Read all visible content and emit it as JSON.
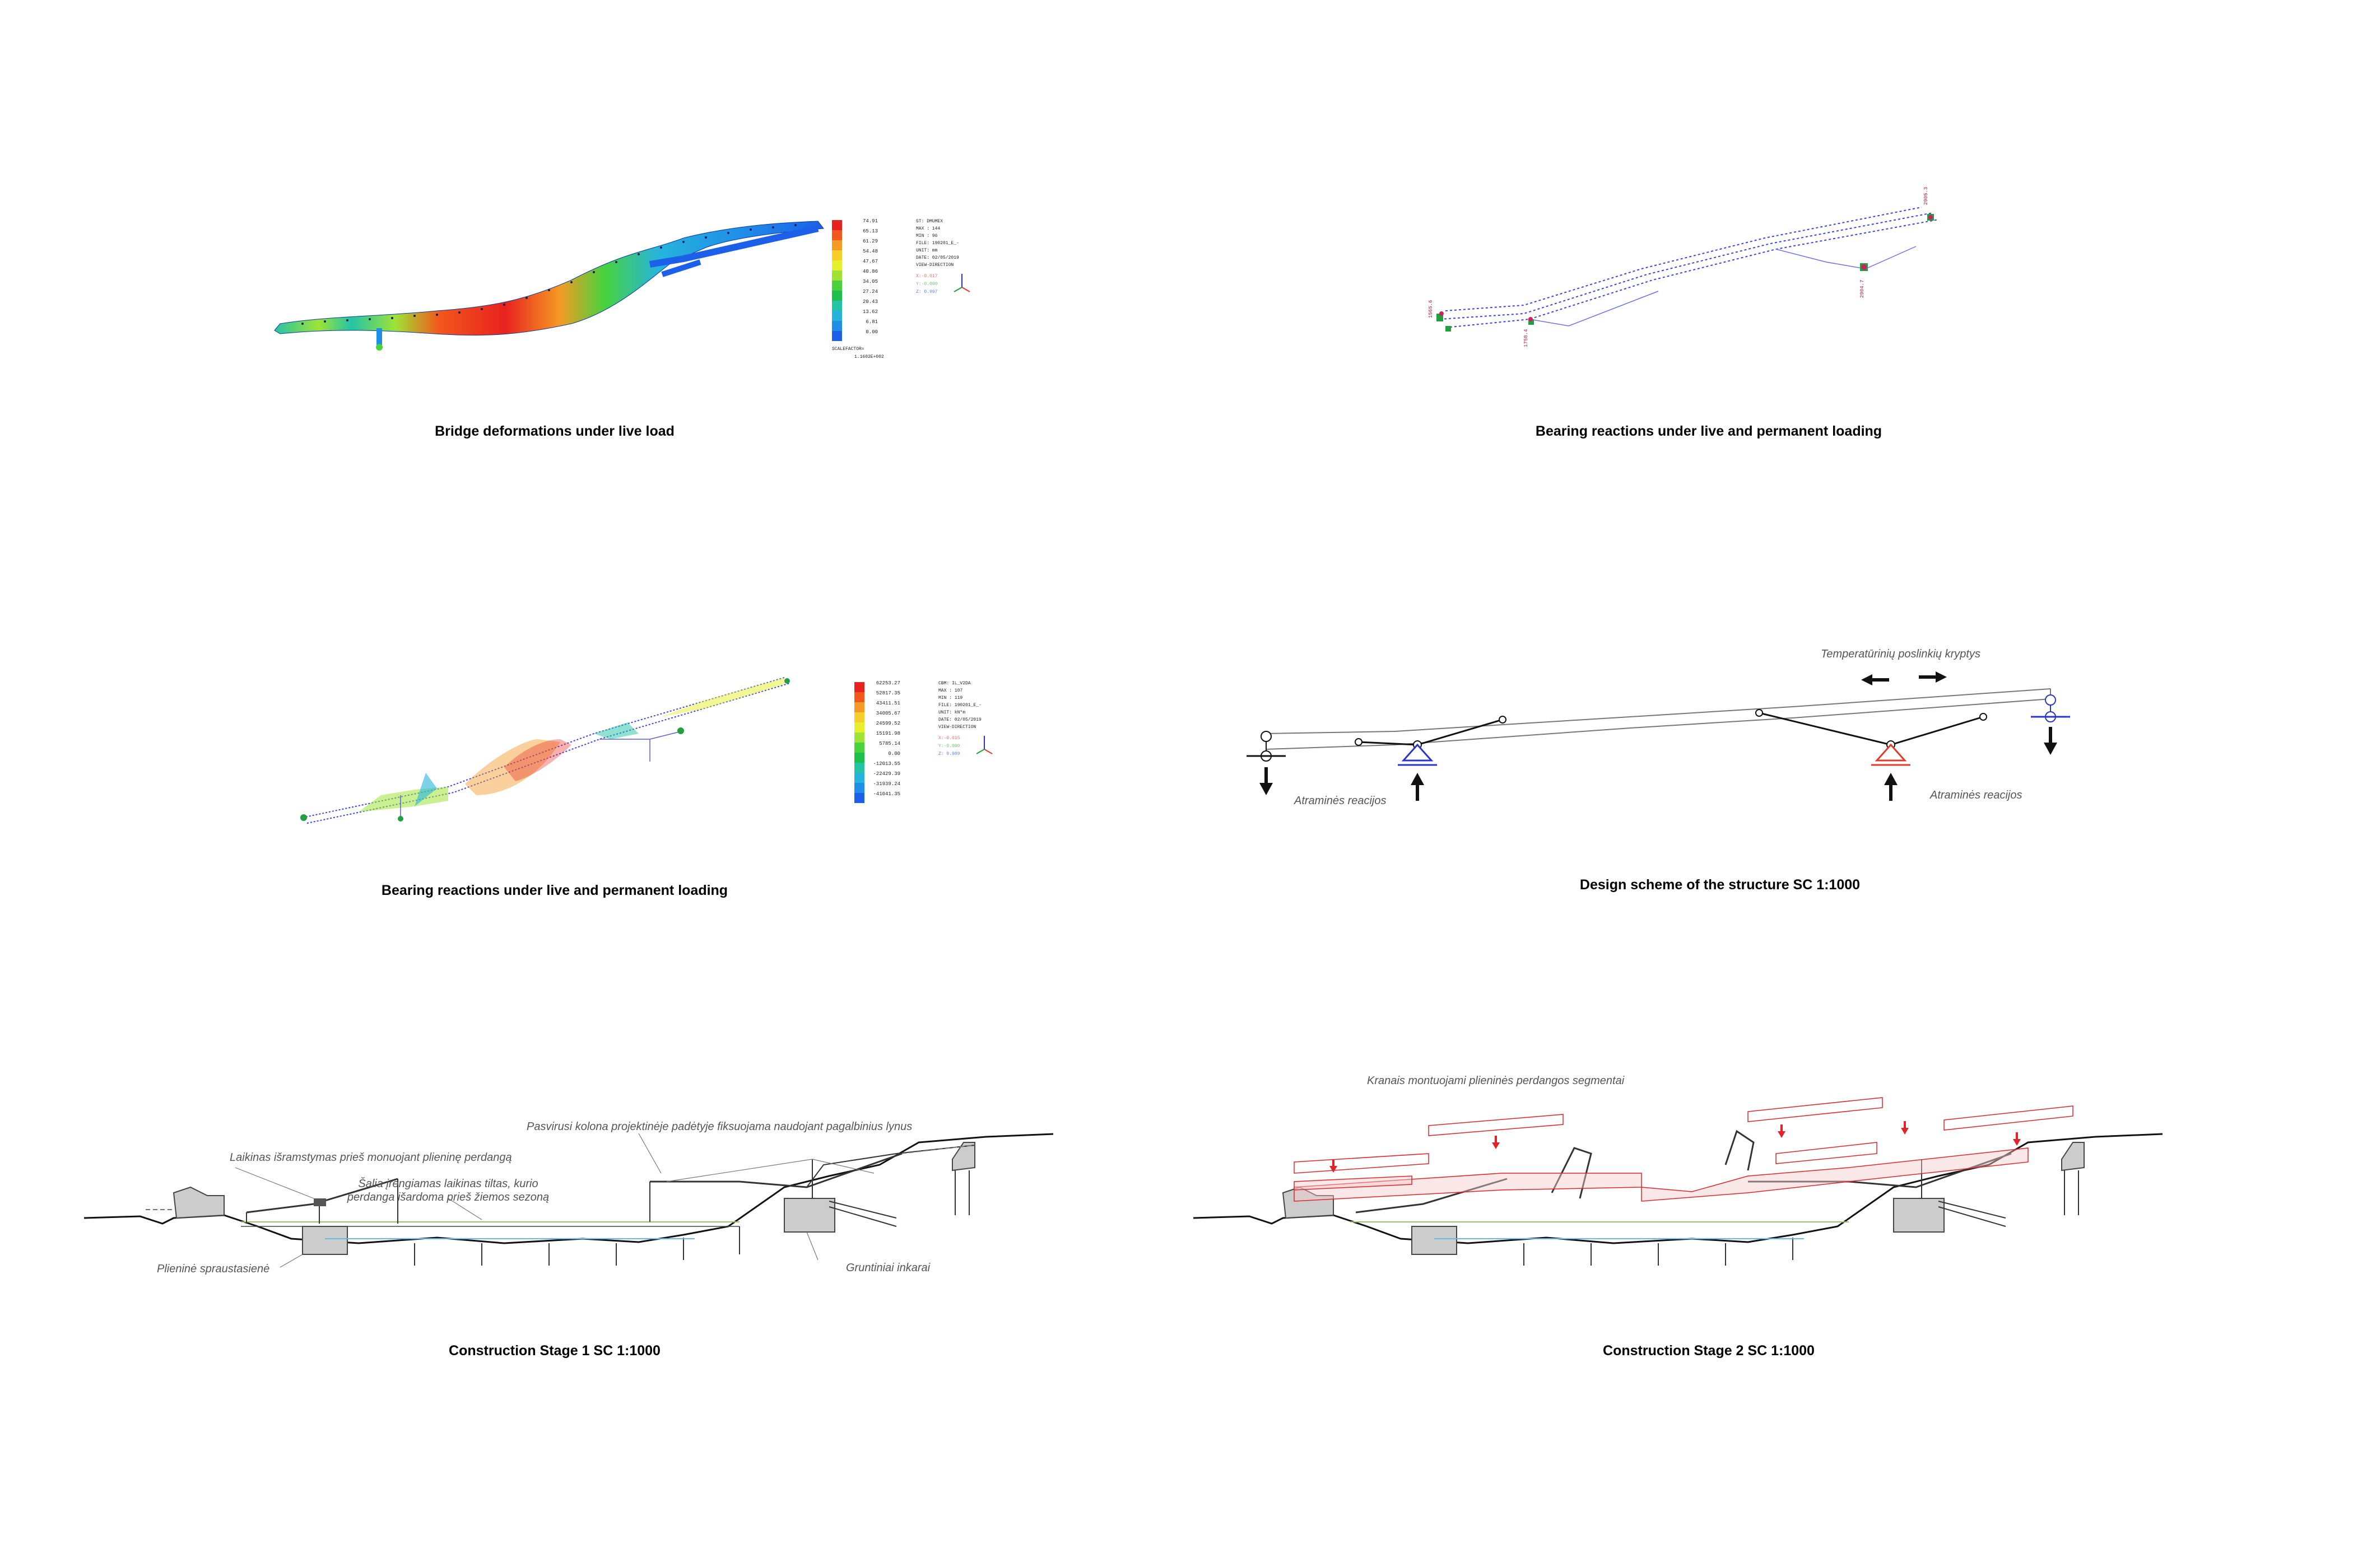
{
  "captions": {
    "p1": "Bridge deformations under live load",
    "p2": "Bearing reactions under live and permanent loading",
    "p3": "Bearing reactions under live and permanent loading",
    "p4": "Design scheme of the structure SC 1:1000",
    "p5": "Construction Stage 1 SC 1:1000",
    "p6": "Construction Stage 2 SC 1:1000"
  },
  "legend1": {
    "values": [
      "74.91",
      "65.13",
      "61.29",
      "54.48",
      "47.67",
      "40.86",
      "34.05",
      "27.24",
      "20.43",
      "13.62",
      "6.81",
      "0.00"
    ],
    "colors": [
      "#e8221e",
      "#f2571c",
      "#f59a24",
      "#f7cf2a",
      "#e5ef2c",
      "#9ee336",
      "#48d23c",
      "#1fbf4c",
      "#23c4a6",
      "#26b4dd",
      "#1f8ee8",
      "#1c5fe8"
    ],
    "info": [
      "ST: DMUMEX",
      "MAX : 144",
      "MIN : 96",
      "FILE: 190201_E_-",
      "UNIT: mm",
      "DATE: 02/05/2019",
      "VIEW-DIRECTION"
    ],
    "axes": [
      "X:-0.017",
      "Y:-0.000",
      "Z: 0.997"
    ],
    "scale": [
      "SCALEFACTOR=",
      "1.1602E+002"
    ]
  },
  "legend3": {
    "values": [
      "62253.27",
      "52817.35",
      "43411.51",
      "34005.67",
      "24599.52",
      "15191.98",
      "5785.14",
      "0.00",
      "-12013.55",
      "-22429.39",
      "-31939.24",
      "-41041.35"
    ],
    "colors": [
      "#e8221e",
      "#f2571c",
      "#f59a24",
      "#f7cf2a",
      "#e5ef2c",
      "#9ee336",
      "#48d23c",
      "#1fbf4c",
      "#23c4a6",
      "#26b4dd",
      "#1f8ee8",
      "#1c5fe8"
    ],
    "info": [
      "CBM: IL_V2DA",
      "MAX : 107",
      "MIN : 119",
      "FILE: 190201_E_-",
      "UNIT: kN*m",
      "DATE: 02/05/2019",
      "VIEW-DIRECTION"
    ],
    "axes": [
      "X:-0.015",
      "Y:-0.000",
      "Z: 0.989"
    ]
  },
  "reactions2": [
    "1565.6",
    "1758.4",
    "2904.7",
    "2905.3"
  ],
  "scheme": {
    "top_label": "Temperatūrinių poslinkių kryptys",
    "left_label": "Atraminės reacijos",
    "right_label": "Atraminės reacijos"
  },
  "stage1": {
    "note_column": "Pasvirusi kolona projektinėje padėtyje fiksuojama naudojant pagalbinius lynus",
    "note_support": "Laikinas išramstymas prieš monuojant plieninę perdangą",
    "note_bridge_1": "Šalia įrengiamas laikinas tiltas, kurio",
    "note_bridge_2": "perdanga išardoma prieš žiemos sezoną",
    "note_sheet": "Plieninė spraustasienė",
    "note_anchors": "Gruntiniai inkarai"
  },
  "stage2": {
    "note_segments": "Kranais montuojami plieninės perdangos segmentai"
  },
  "colors": {
    "support_blue": "#2a35c8",
    "support_red": "#e03a2a",
    "segment_red": "#e0252a",
    "wire_blue": "#3a45e0"
  }
}
